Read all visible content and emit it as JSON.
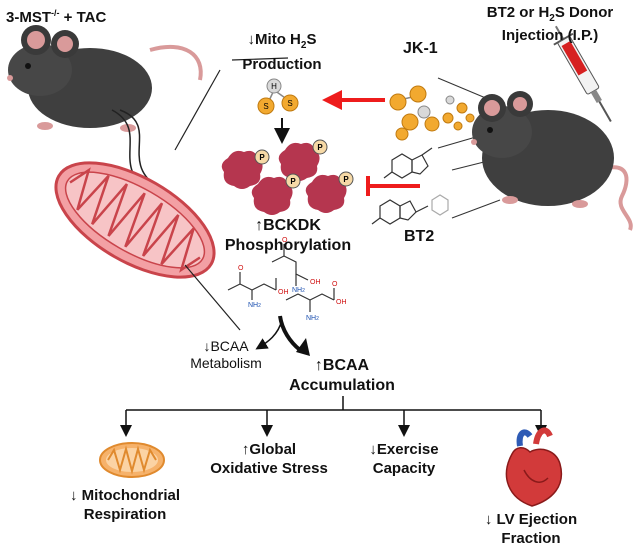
{
  "header": {
    "model_label": "3-MST",
    "model_sup": "-/-",
    "model_suffix": " + TAC",
    "injection_l1_a": "BT2 or H",
    "injection_l1_sub": "2",
    "injection_l1_b": "S Donor",
    "injection_l2": "Injection (I.P.)"
  },
  "pathway": {
    "mito_h2s_l1_a": "Mito H",
    "mito_h2s_l1_sub": "2",
    "mito_h2s_l1_b": "S",
    "mito_h2s_l2": "Production",
    "jk1": "JK-1",
    "bt2": "BT2",
    "bckdk_l1": "BCKDK",
    "bckdk_l2": "Phosphorylation",
    "bcaa_metab_l1": "BCAA",
    "bcaa_metab_l2": "Metabolism",
    "bcaa_accum_l1": "BCAA",
    "bcaa_accum_l2": "Accumulation",
    "phospho_marker": "P",
    "sulfur_atom": "S",
    "hydrogen_atom": "H",
    "nh2_label": "NH",
    "nh2_sub": "2",
    "oh_label": "OH",
    "o_label": "O"
  },
  "outcomes": [
    {
      "l1": "Mitochondrial",
      "l2": "Respiration"
    },
    {
      "l1": "Global",
      "l2": "Oxidative Stress"
    },
    {
      "l1": "Exercise",
      "l2": "Capacity"
    },
    {
      "l1": "LV Ejection",
      "l2": "Fraction"
    }
  ],
  "arrows": {
    "down": "↓",
    "up": "↑"
  },
  "colors": {
    "red_arrow": "#ee1c1c",
    "mito_fill": "#f3a0a4",
    "mito_stroke": "#c9444b",
    "small_mito": "#f6b26b",
    "protein": "#b5364f",
    "sulfur": "#f2a92f",
    "mouse": "#3f3f3f",
    "ear_pink": "#d99a9a"
  },
  "icons": [
    "mouse-icon",
    "mitochondrion-icon",
    "syringe-icon",
    "heart-icon",
    "molecule-icon",
    "protein-icon"
  ]
}
